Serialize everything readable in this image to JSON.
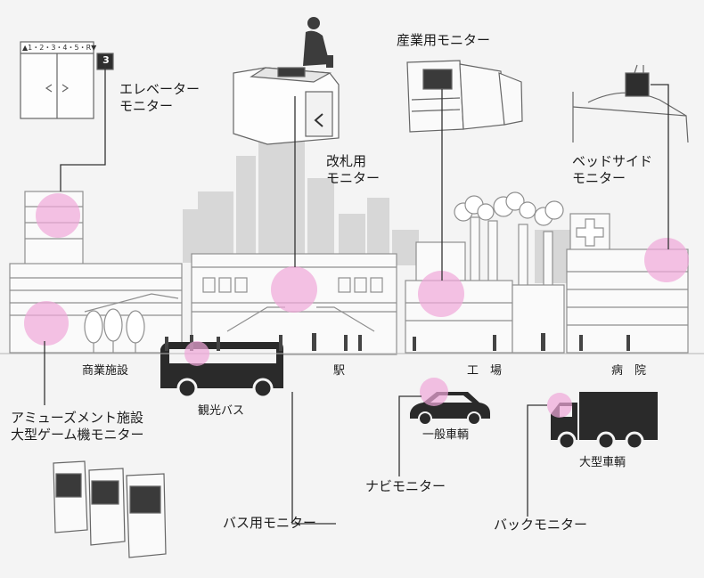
{
  "colors": {
    "highlight": "#f0a6d8",
    "building": "#9c9c9c",
    "line": "#333333",
    "background": "#f4f4f4"
  },
  "elevator_panel": {
    "floors": "▲1・2・3・4・5・R▼",
    "indicator": "3"
  },
  "labels": {
    "elevator": [
      "エレベーター",
      "モニター"
    ],
    "ticket_gate": [
      "改札用",
      "モニター"
    ],
    "industrial": [
      "産業用モニター"
    ],
    "bedside": [
      "ベッドサイド",
      "モニター"
    ],
    "commercial": "商業施設",
    "station": "駅",
    "factory": "工　場",
    "hospital": "病　院",
    "tour_bus": "観光バス",
    "general_car": "一般車輌",
    "large_vehicle": "大型車輌",
    "amusement": [
      "アミューズメント施設",
      "大型ゲーム機モニター"
    ],
    "bus_monitor": "バス用モニター",
    "navi_monitor": "ナビモニター",
    "back_monitor": "バックモニター"
  }
}
